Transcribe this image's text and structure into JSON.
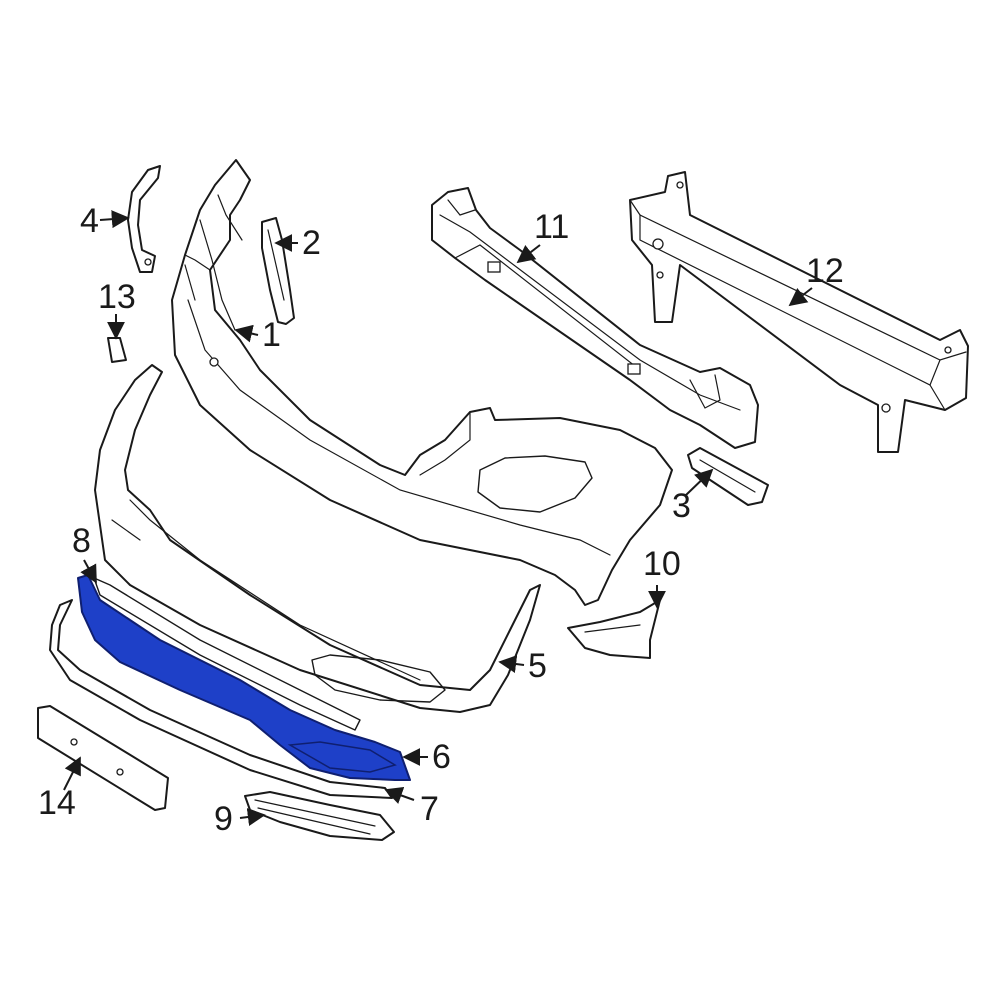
{
  "colors": {
    "line": "#1a1a1a",
    "background": "#ffffff",
    "highlight": "#1e40c8",
    "highlight_stroke": "#0f1f70"
  },
  "highlighted_part": "6",
  "callouts": [
    {
      "id": "c1",
      "label": "1"
    },
    {
      "id": "c2",
      "label": "2"
    },
    {
      "id": "c3",
      "label": "3"
    },
    {
      "id": "c4",
      "label": "4"
    },
    {
      "id": "c5",
      "label": "5"
    },
    {
      "id": "c6",
      "label": "6"
    },
    {
      "id": "c7",
      "label": "7"
    },
    {
      "id": "c8",
      "label": "8"
    },
    {
      "id": "c9",
      "label": "9"
    },
    {
      "id": "c10",
      "label": "10"
    },
    {
      "id": "c11",
      "label": "11"
    },
    {
      "id": "c12",
      "label": "12"
    },
    {
      "id": "c13",
      "label": "13"
    },
    {
      "id": "c14",
      "label": "14"
    }
  ]
}
